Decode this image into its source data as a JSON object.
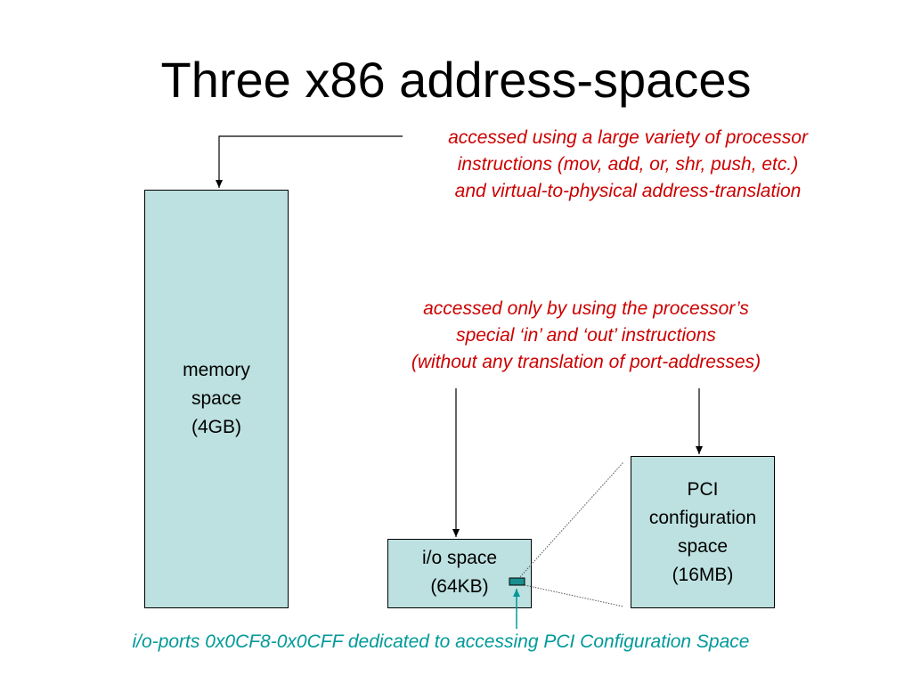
{
  "title": "Three x86 address-spaces",
  "colors": {
    "box_fill": "#bde0e0",
    "note_red": "#cc0000",
    "note_teal": "#009999",
    "port_marker": "#1a8f8f"
  },
  "notes": {
    "memory_access": {
      "lines": [
        "accessed using a large variety of processor",
        "instructions (mov, add, or, shr, push, etc.)",
        "and virtual-to-physical address-translation"
      ]
    },
    "io_access": {
      "lines": [
        "accessed only by using the processor’s",
        "special ‘in’ and ‘out’ instructions",
        "(without any translation of port-addresses)"
      ]
    },
    "pci_ports": "i/o-ports 0x0CF8-0x0CFF dedicated to accessing PCI Configuration Space"
  },
  "boxes": {
    "memory": {
      "lines": [
        "memory",
        "space",
        "(4GB)"
      ]
    },
    "io": {
      "lines": [
        "i/o space",
        "(64KB)"
      ]
    },
    "pci": {
      "lines": [
        "PCI",
        "configuration",
        "space",
        "(16MB)"
      ]
    }
  }
}
